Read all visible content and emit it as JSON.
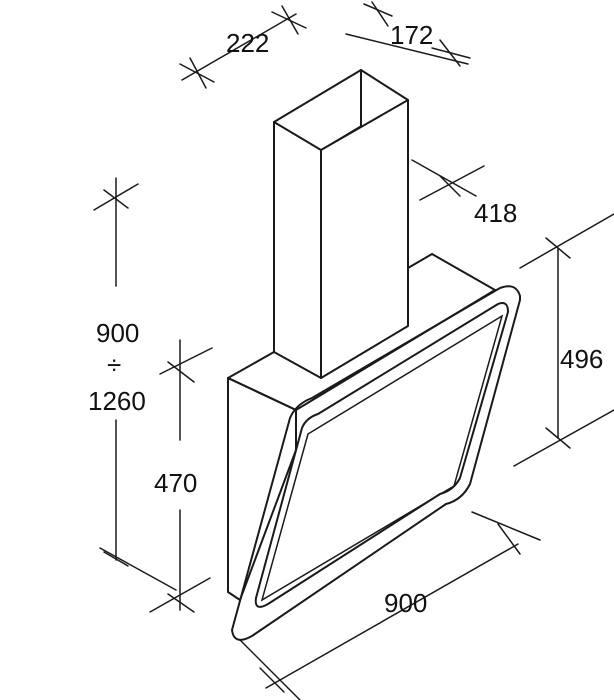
{
  "dimensions": {
    "chimney_width": "222",
    "chimney_depth": "172",
    "body_depth": "418",
    "glass_height": "496",
    "total_height_min": "900",
    "total_height_sep": "÷",
    "total_height_max": "1260",
    "body_height": "470",
    "width": "900"
  },
  "colors": {
    "stroke": "#1a1a1a",
    "background": "#ffffff"
  }
}
